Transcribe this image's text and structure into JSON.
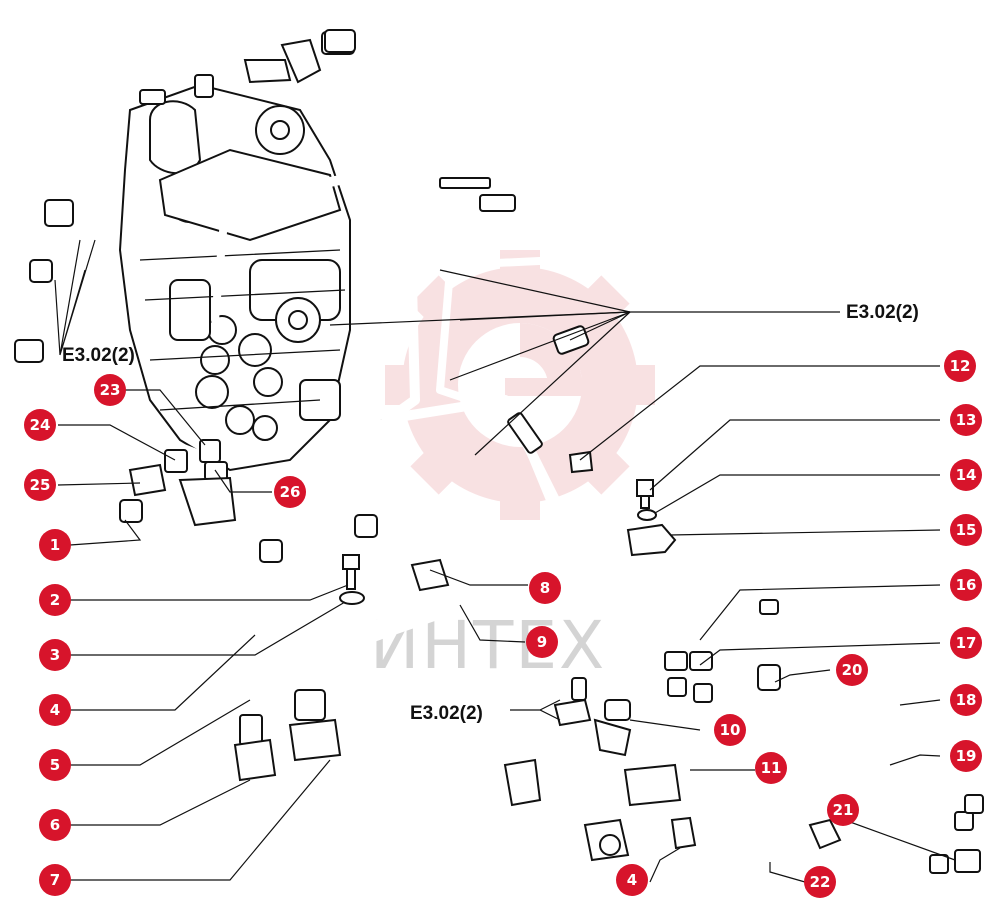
{
  "reference_label": "E3.02(2)",
  "watermark_text": "ИНТЕХ",
  "callout_color": "#d7142b",
  "watermark_color": "#f4c9cc",
  "callouts": [
    {
      "label": "1"
    },
    {
      "label": "2"
    },
    {
      "label": "3"
    },
    {
      "label": "4"
    },
    {
      "label": "5"
    },
    {
      "label": "6"
    },
    {
      "label": "7"
    },
    {
      "label": "23"
    },
    {
      "label": "24"
    },
    {
      "label": "25"
    },
    {
      "label": "26"
    },
    {
      "label": "8"
    },
    {
      "label": "9"
    },
    {
      "label": "12"
    },
    {
      "label": "13"
    },
    {
      "label": "14"
    },
    {
      "label": "15"
    },
    {
      "label": "16"
    },
    {
      "label": "17"
    },
    {
      "label": "20"
    },
    {
      "label": "18"
    },
    {
      "label": "19"
    },
    {
      "label": "10"
    },
    {
      "label": "11"
    },
    {
      "label": "21"
    },
    {
      "label": "4"
    },
    {
      "label": "22"
    }
  ]
}
